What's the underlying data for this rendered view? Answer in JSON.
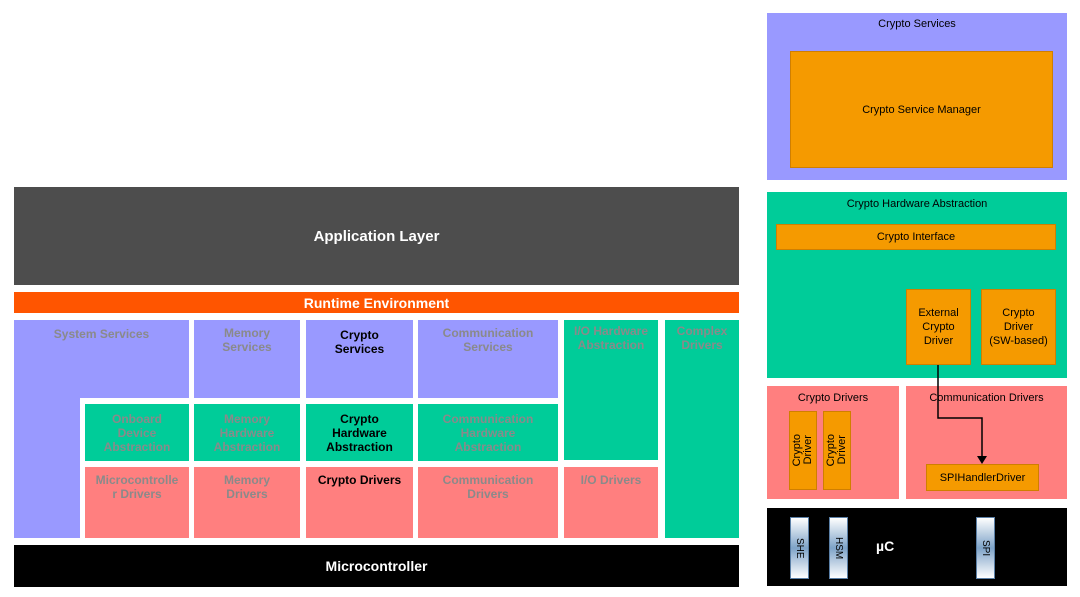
{
  "left": {
    "application_layer": "Application Layer",
    "runtime_environment": "Runtime Environment",
    "microcontroller": "Microcontroller",
    "system_services": "System Services",
    "memory_services": "Memory\nServices",
    "crypto_services": "Crypto\nServices",
    "communication_services": "Communication\nServices",
    "io_hw_abstraction": "I/O Hardware\nAbstraction",
    "complex_drivers": "Complex\nDrivers",
    "onboard_device_abstraction": "Onboard\nDevice\nAbstraction",
    "memory_hw_abstraction": "Memory\nHardware\nAbstraction",
    "crypto_hw_abstraction": "Crypto\nHardware\nAbstraction",
    "communication_hw_abstraction": "Communication\nHardware\nAbstraction",
    "microcontroller_drivers": "Microcontrolle\nr Drivers",
    "memory_drivers": "Memory\nDrivers",
    "crypto_drivers": "Crypto Drivers",
    "communication_drivers": "Communication\nDrivers",
    "io_drivers": "I/O Drivers"
  },
  "right": {
    "crypto_services": "Crypto Services",
    "crypto_service_manager": "Crypto Service Manager",
    "crypto_hw_abstraction": "Crypto Hardware Abstraction",
    "crypto_interface": "Crypto Interface",
    "external_crypto_driver": "External\nCrypto\nDriver",
    "crypto_driver_sw": "Crypto\nDriver\n(SW-based)",
    "crypto_drivers": "Crypto Drivers",
    "communication_drivers": "Communication Drivers",
    "crypto_driver_1": "Crypto\nDriver",
    "crypto_driver_2": "Crypto\nDriver",
    "spi_handler_driver": "SPIHandlerDriver",
    "mu_c": "µC",
    "she": "SHE",
    "hsm": "HSM",
    "spi": "SPI"
  },
  "colors": {
    "application_layer": "#4d4d4d",
    "runtime_environment": "#ff5500",
    "microcontroller": "#000000",
    "services": "#9999ff",
    "abstraction": "#00cc99",
    "drivers": "#ff7f7f",
    "crypto_component": "#f59a00"
  }
}
